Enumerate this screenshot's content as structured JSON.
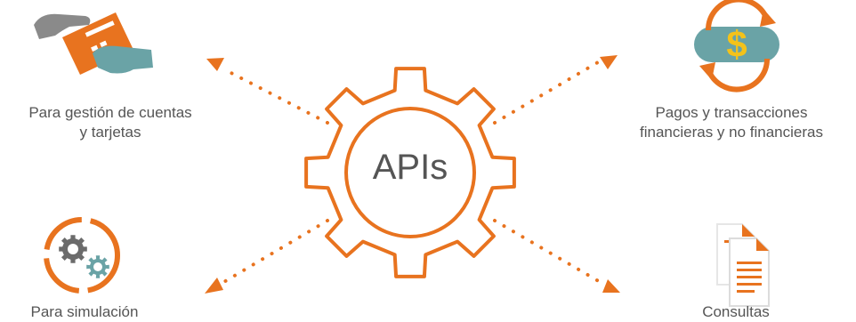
{
  "center": {
    "label": "APIs"
  },
  "categories": [
    {
      "lines": [
        "Para gestión de cuentas",
        "y tarjetas"
      ],
      "icon": "card-payment-icon"
    },
    {
      "lines": [
        "Pagos y transacciones",
        "financieras y no financieras"
      ],
      "icon": "money-exchange-icon"
    },
    {
      "lines": [
        "Para simulación"
      ],
      "icon": "gears-cycle-icon"
    },
    {
      "lines": [
        "Consultas"
      ],
      "icon": "documents-icon"
    }
  ],
  "colors": {
    "accent": "#e8731f",
    "text": "#555555",
    "gray": "#8a8a8a",
    "teal": "#6aa3a6",
    "gold": "#f4c21a"
  }
}
